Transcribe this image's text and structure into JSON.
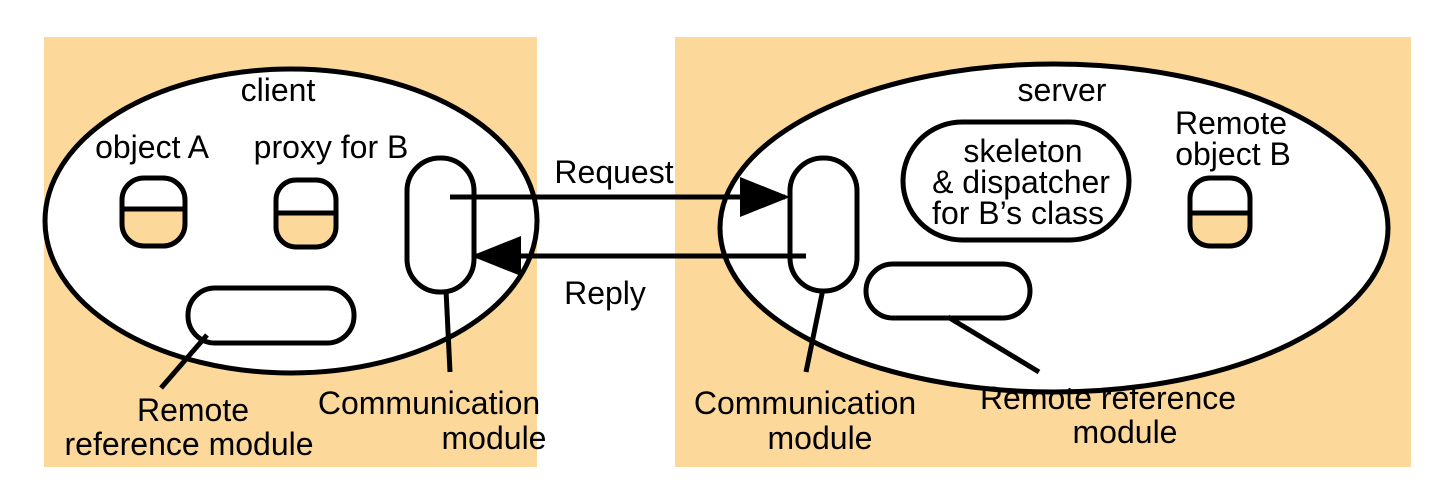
{
  "colors": {
    "panel_fill": "#fdd89b",
    "object_fill": "#fdd89b",
    "line": "#000000",
    "background": "#ffffff"
  },
  "client": {
    "title": "client",
    "object_a": "object A",
    "proxy": "proxy for B",
    "remote_ref_line1": "Remote",
    "remote_ref_line2": "reference module",
    "comm_line1": "Communication",
    "comm_line2": "module"
  },
  "server": {
    "title": "server",
    "skeleton_line1": "skeleton",
    "skeleton_line2": "& dispatcher",
    "skeleton_line3": "for B’s class",
    "remote_obj_line1": "Remote",
    "remote_obj_line2": "object B",
    "comm_line1": "Communication",
    "comm_line2": "module",
    "remote_ref_line1": "Remote reference",
    "remote_ref_line2": "module"
  },
  "messages": {
    "request": "Request",
    "reply": "Reply"
  }
}
